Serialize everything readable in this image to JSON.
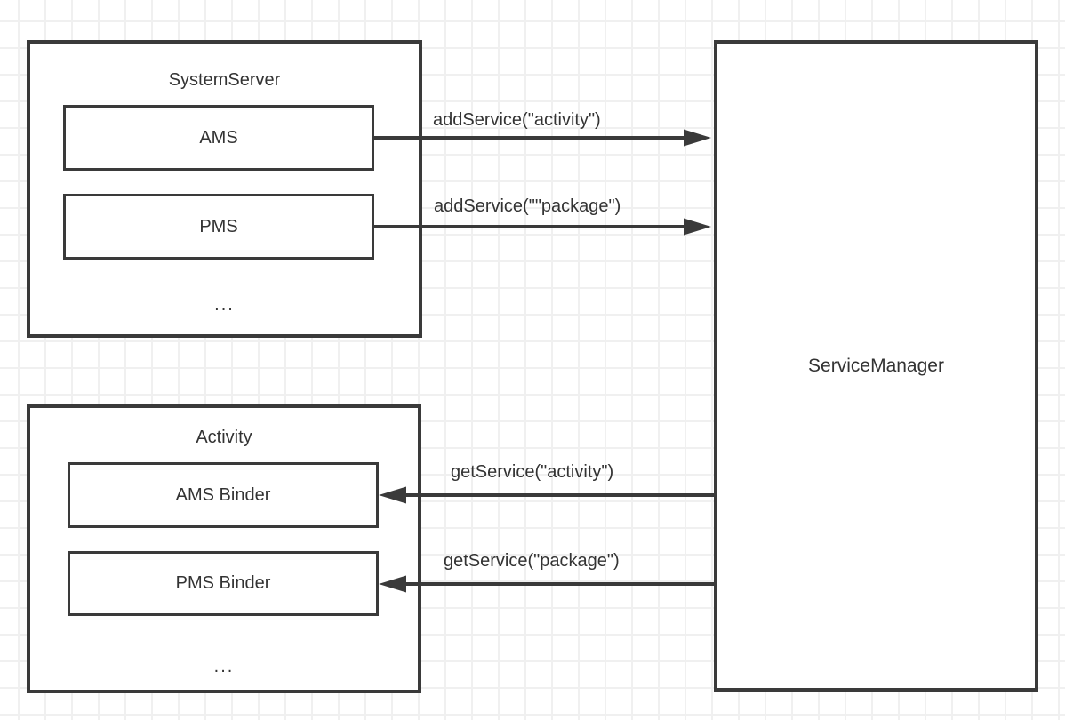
{
  "colors": {
    "background": "#ffffff",
    "grid_line": "#f0f0f0",
    "shape_stroke": "#3a3a3a",
    "text": "#333333"
  },
  "system_server": {
    "title": "SystemServer",
    "ams_label": "AMS",
    "pms_label": "PMS",
    "ellipsis": "..."
  },
  "activity": {
    "title": "Activity",
    "ams_binder_label": "AMS Binder",
    "pms_binder_label": "PMS Binder",
    "ellipsis": "..."
  },
  "service_manager": {
    "title": "ServiceManager"
  },
  "arrows": [
    {
      "name": "add-service-activity",
      "label": "addService(\"activity\")",
      "from": "AMS",
      "to": "ServiceManager",
      "direction": "right"
    },
    {
      "name": "add-service-package",
      "label": "addService(\"\"package\")",
      "from": "PMS",
      "to": "ServiceManager",
      "direction": "right"
    },
    {
      "name": "get-service-activity",
      "label": "getService(\"activity\")",
      "from": "ServiceManager",
      "to": "AMS Binder",
      "direction": "left"
    },
    {
      "name": "get-service-package",
      "label": "getService(\"package\")",
      "from": "ServiceManager",
      "to": "PMS Binder",
      "direction": "left"
    }
  ]
}
